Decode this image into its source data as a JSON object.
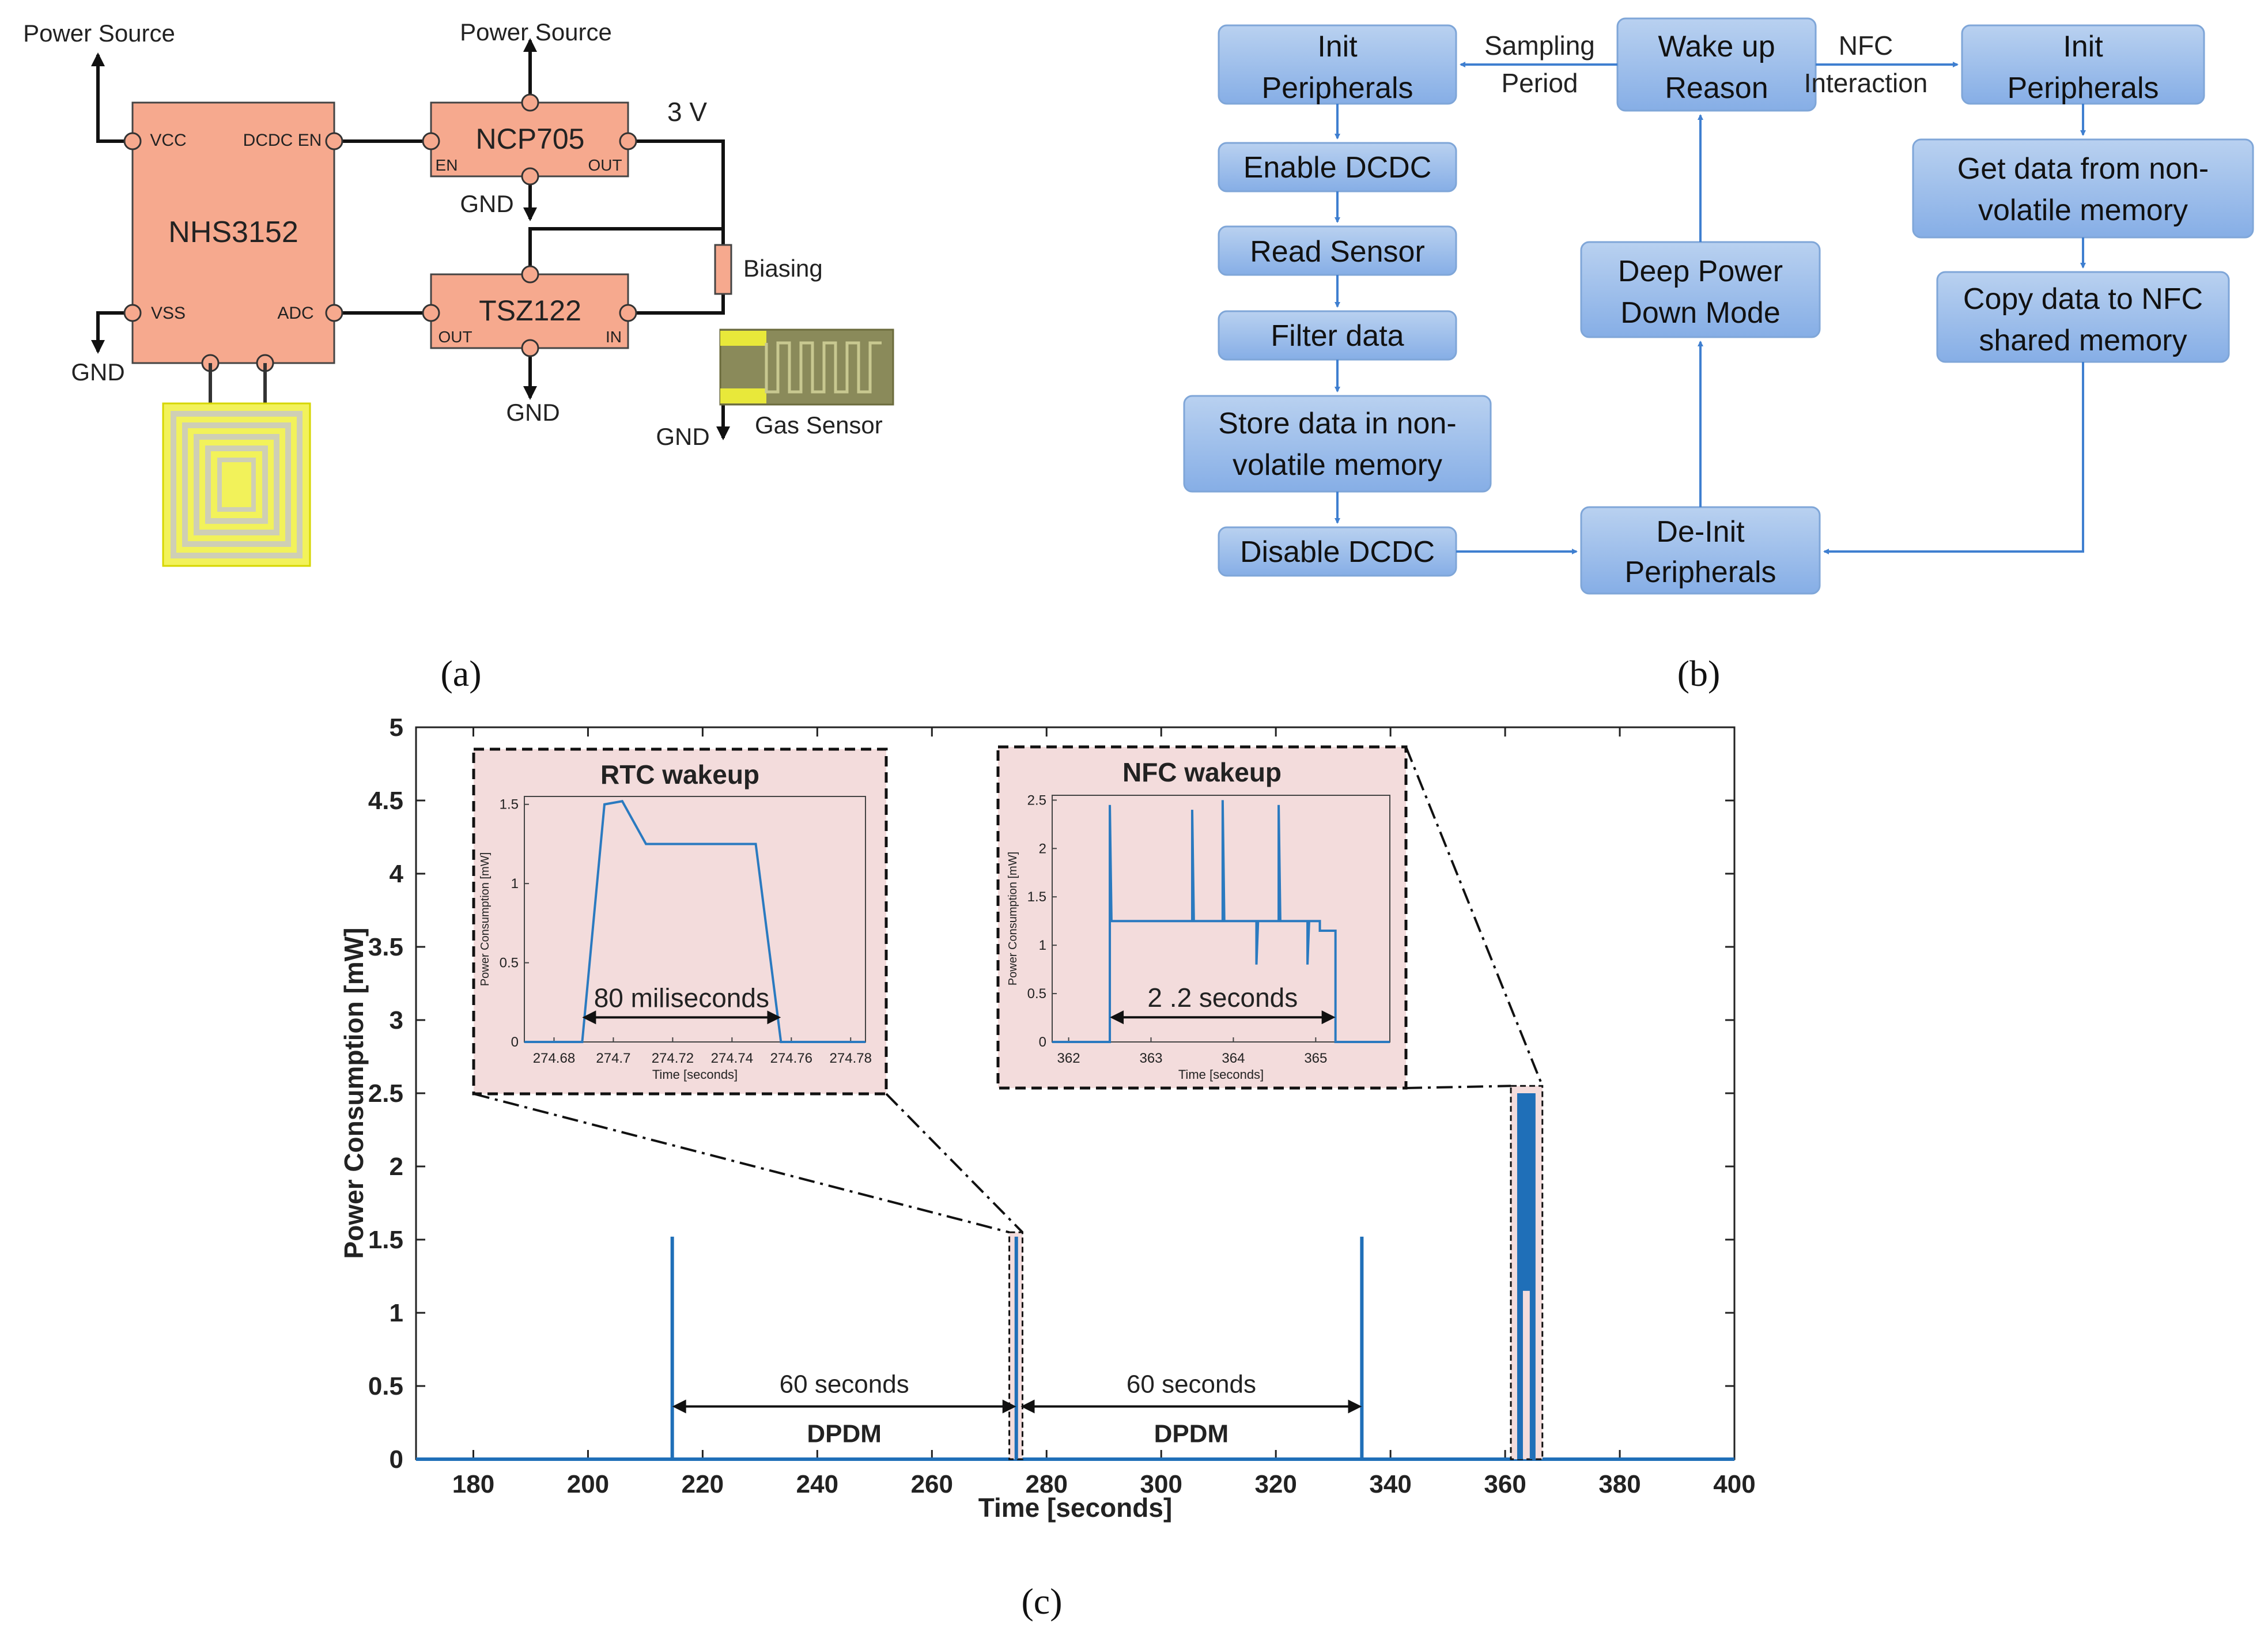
{
  "panel_a": {
    "power_source_left": "Power Source",
    "power_source_top": "Power Source",
    "voltage": "3 V",
    "chip_main": "NHS3152",
    "chip_reg": "NCP705",
    "chip_amp": "TSZ122",
    "pin_vcc": "VCC",
    "pin_dcdc_en": "DCDC EN",
    "pin_vss": "VSS",
    "pin_adc": "ADC",
    "pin_en": "EN",
    "pin_out_reg": "OUT",
    "pin_out_amp": "OUT",
    "pin_in": "IN",
    "gnd_1": "GND",
    "gnd_2": "GND",
    "gnd_3": "GND",
    "gnd_4": "GND",
    "biasing": "Biasing",
    "gas_sensor": "Gas Sensor",
    "caption": "(a)"
  },
  "panel_b": {
    "left_col": [
      "Init\nPeripherals",
      "Enable DCDC",
      "Read Sensor",
      "Filter data",
      "Store data in non-\nvolatile memory",
      "Disable DCDC"
    ],
    "mid_col": [
      "Wake up\nReason",
      "Deep Power\nDown Mode",
      "De-Init\nPeripherals"
    ],
    "right_col": [
      "Init\nPeripherals",
      "Get data from non-\nvolatile memory",
      "Copy data to NFC\nshared memory"
    ],
    "edge_left": "Sampling\nPeriod",
    "edge_right": "NFC\nInteraction",
    "caption": "(b)"
  },
  "panel_c": {
    "caption": "(c)",
    "chart_data": [
      {
        "type": "line",
        "xlabel": "Time [seconds]",
        "ylabel": "Power Consumption [mW]",
        "xlim": [
          170,
          400
        ],
        "ylim": [
          0,
          5
        ],
        "xticks": [
          180,
          200,
          220,
          240,
          260,
          280,
          300,
          320,
          340,
          360,
          380,
          400
        ],
        "yticks": [
          0,
          0.5,
          1,
          1.5,
          2,
          2.5,
          3,
          3.5,
          4,
          4.5,
          5
        ],
        "spikes": [
          {
            "t": 214.7,
            "peak": 1.52
          },
          {
            "t": 274.72,
            "peak": 1.52
          },
          {
            "t": 335.0,
            "peak": 1.52
          }
        ],
        "nfc_burst": {
          "t_start": 362.6,
          "t_end": 364.8,
          "peak": 2.5,
          "plateau": 1.25
        },
        "annotations": [
          {
            "text": "60 seconds",
            "sub": "DPDM",
            "from": 214.7,
            "to": 274.72
          },
          {
            "text": "60 seconds",
            "sub": "DPDM",
            "from": 275.5,
            "to": 335.0
          }
        ],
        "zoom_box_rtc": {
          "x": [
            273.5,
            275.8
          ],
          "y": [
            0,
            1.55
          ]
        },
        "zoom_box_nfc": {
          "x": [
            361.0,
            366.5
          ],
          "y": [
            0,
            2.55
          ]
        }
      },
      {
        "type": "line",
        "title": "RTC wakeup",
        "xlabel": "Time [seconds]",
        "ylabel": "Power Consumption [mW]",
        "xlim": [
          274.67,
          274.785
        ],
        "ylim": [
          0,
          1.55
        ],
        "xticks": [
          274.68,
          274.7,
          274.72,
          274.74,
          274.76,
          274.78
        ],
        "xtick_labels": [
          "274.68",
          "274.7",
          "274.72",
          "274.74",
          "274.76",
          "274.78"
        ],
        "yticks": [
          0,
          0.5,
          1,
          1.5
        ],
        "x": [
          274.67,
          274.6895,
          274.697,
          274.703,
          274.711,
          274.748,
          274.7565,
          274.785
        ],
        "y": [
          0,
          0,
          1.5,
          1.52,
          1.25,
          1.25,
          0,
          0
        ],
        "annotation": "80 miliseconds",
        "ann_from": 274.6895,
        "ann_to": 274.7565
      },
      {
        "type": "line",
        "title": "NFC wakeup",
        "xlabel": "Time [seconds]",
        "ylabel": "Power Consumption [mW]",
        "xlim": [
          361.8,
          365.9
        ],
        "ylim": [
          0,
          2.55
        ],
        "xticks": [
          362,
          363,
          364,
          365
        ],
        "yticks": [
          0,
          0.5,
          1,
          1.5,
          2,
          2.5
        ],
        "x": [
          361.8,
          362.5,
          362.5,
          362.52,
          362.54,
          363.5,
          363.5,
          363.52,
          363.54,
          363.87,
          363.87,
          363.89,
          363.91,
          364.28,
          364.28,
          364.3,
          364.32,
          364.55,
          364.55,
          364.57,
          364.59,
          364.9,
          364.9,
          364.92,
          364.94,
          365.05,
          365.05,
          365.24,
          365.24,
          365.9
        ],
        "y": [
          0,
          0,
          2.45,
          1.25,
          1.25,
          1.25,
          2.4,
          1.25,
          1.25,
          1.25,
          2.5,
          1.25,
          1.25,
          1.25,
          0.8,
          1.25,
          1.25,
          1.25,
          2.45,
          1.25,
          1.25,
          1.25,
          0.8,
          1.25,
          1.25,
          1.25,
          1.15,
          1.15,
          0,
          0
        ],
        "annotation": "2 .2 seconds",
        "ann_from": 362.5,
        "ann_to": 365.24
      }
    ]
  }
}
